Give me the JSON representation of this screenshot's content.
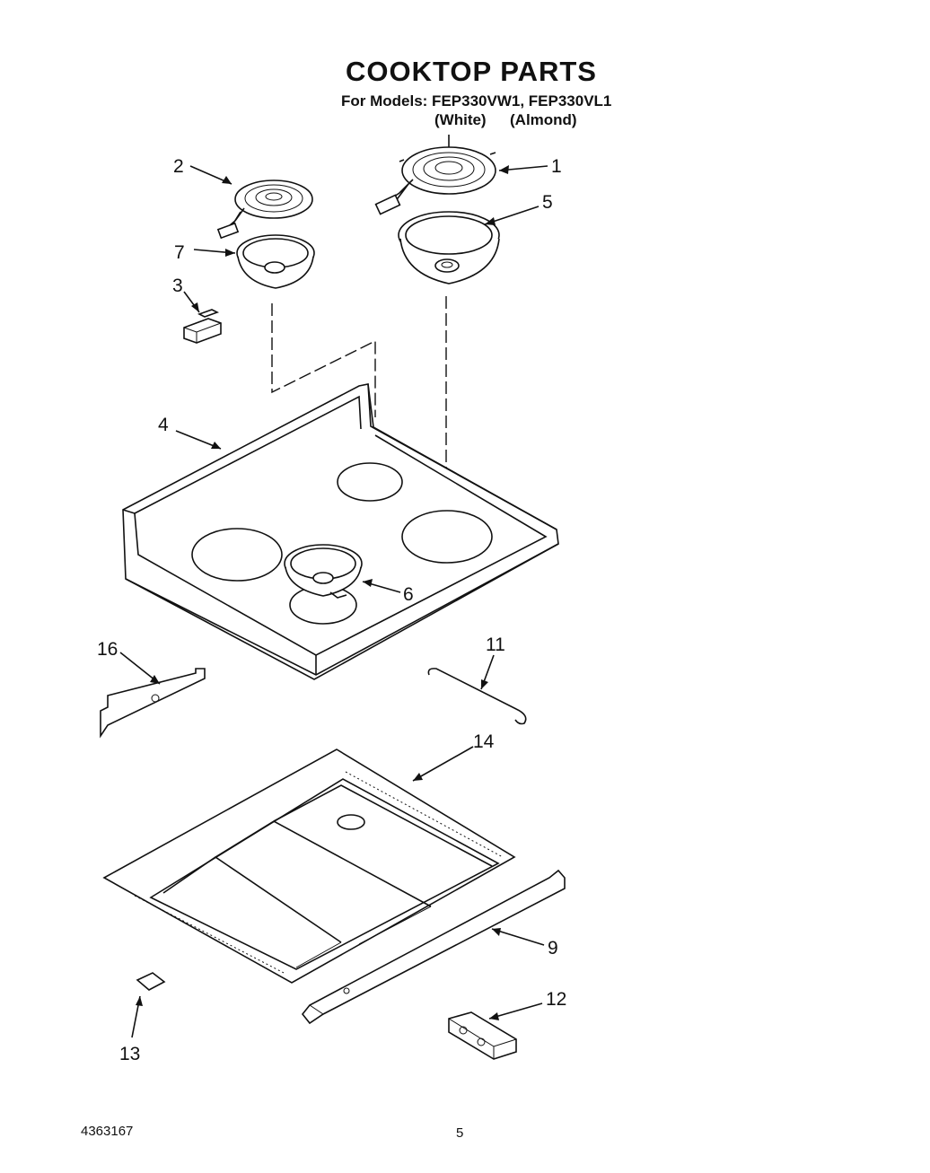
{
  "title": "COOKTOP PARTS",
  "models_line": "For Models: FEP330VW1, FEP330VL1",
  "model_white": "(White)",
  "model_almond": "(Almond)",
  "doc_number": "4363167",
  "page_number": "5",
  "callouts": [
    {
      "id": "1",
      "part": "large-surface-element"
    },
    {
      "id": "2",
      "part": "small-surface-element"
    },
    {
      "id": "3",
      "part": "terminal-block"
    },
    {
      "id": "4",
      "part": "cooktop"
    },
    {
      "id": "5",
      "part": "large-drip-bowl"
    },
    {
      "id": "6",
      "part": "drip-bowl-installed"
    },
    {
      "id": "7",
      "part": "small-drip-bowl"
    },
    {
      "id": "9",
      "part": "front-rail"
    },
    {
      "id": "11",
      "part": "support-rod"
    },
    {
      "id": "12",
      "part": "receptacle-block"
    },
    {
      "id": "13",
      "part": "clip"
    },
    {
      "id": "14",
      "part": "burner-box"
    },
    {
      "id": "16",
      "part": "rear-bracket"
    }
  ]
}
